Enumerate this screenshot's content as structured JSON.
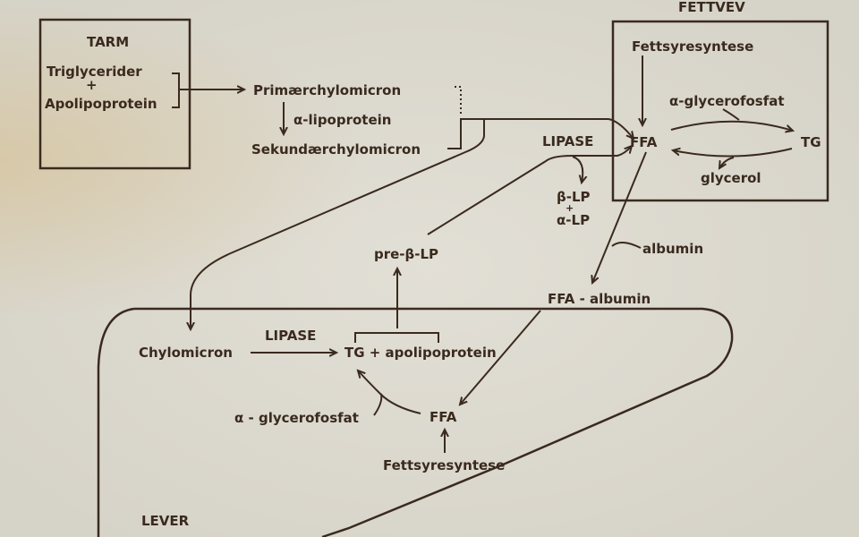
{
  "title": "Fettmetabolisme: tarm, fettvev og lever",
  "colors": {
    "ink": "#3a2a1e",
    "paper": "#dedbd0"
  },
  "tarm": {
    "title": "TARM",
    "line1": "Triglycerider",
    "plus": "+",
    "line2": "Apolipoprotein"
  },
  "chylo": {
    "primary": "Primærchylomicron",
    "alpha_lipoprotein": "α-lipoprotein",
    "secondary": "Sekundærchylomicron"
  },
  "plasma": {
    "lipase": "LIPASE",
    "beta_lp": "β-LP",
    "plus": "+",
    "alpha_lp": "α-LP",
    "pre_beta_lp": "pre-β-LP",
    "albumin": "albumin",
    "ffa_albumin": "FFA - albumin"
  },
  "fettvev": {
    "title": "FETTVEV",
    "synthesis": "Fettsyresyntese",
    "ffa": "FFA",
    "alpha_glycerophosphate": "α-glycerofosfat",
    "tg": "TG",
    "glycerol": "glycerol"
  },
  "lever": {
    "title": "LEVER",
    "chylomicron": "Chylomicron",
    "lipase": "LIPASE",
    "tg_apo": "TG + apolipoprotein",
    "alpha_glycerophosphate": "α - glycerofosfat",
    "ffa": "FFA",
    "synthesis": "Fettsyresyntese"
  }
}
